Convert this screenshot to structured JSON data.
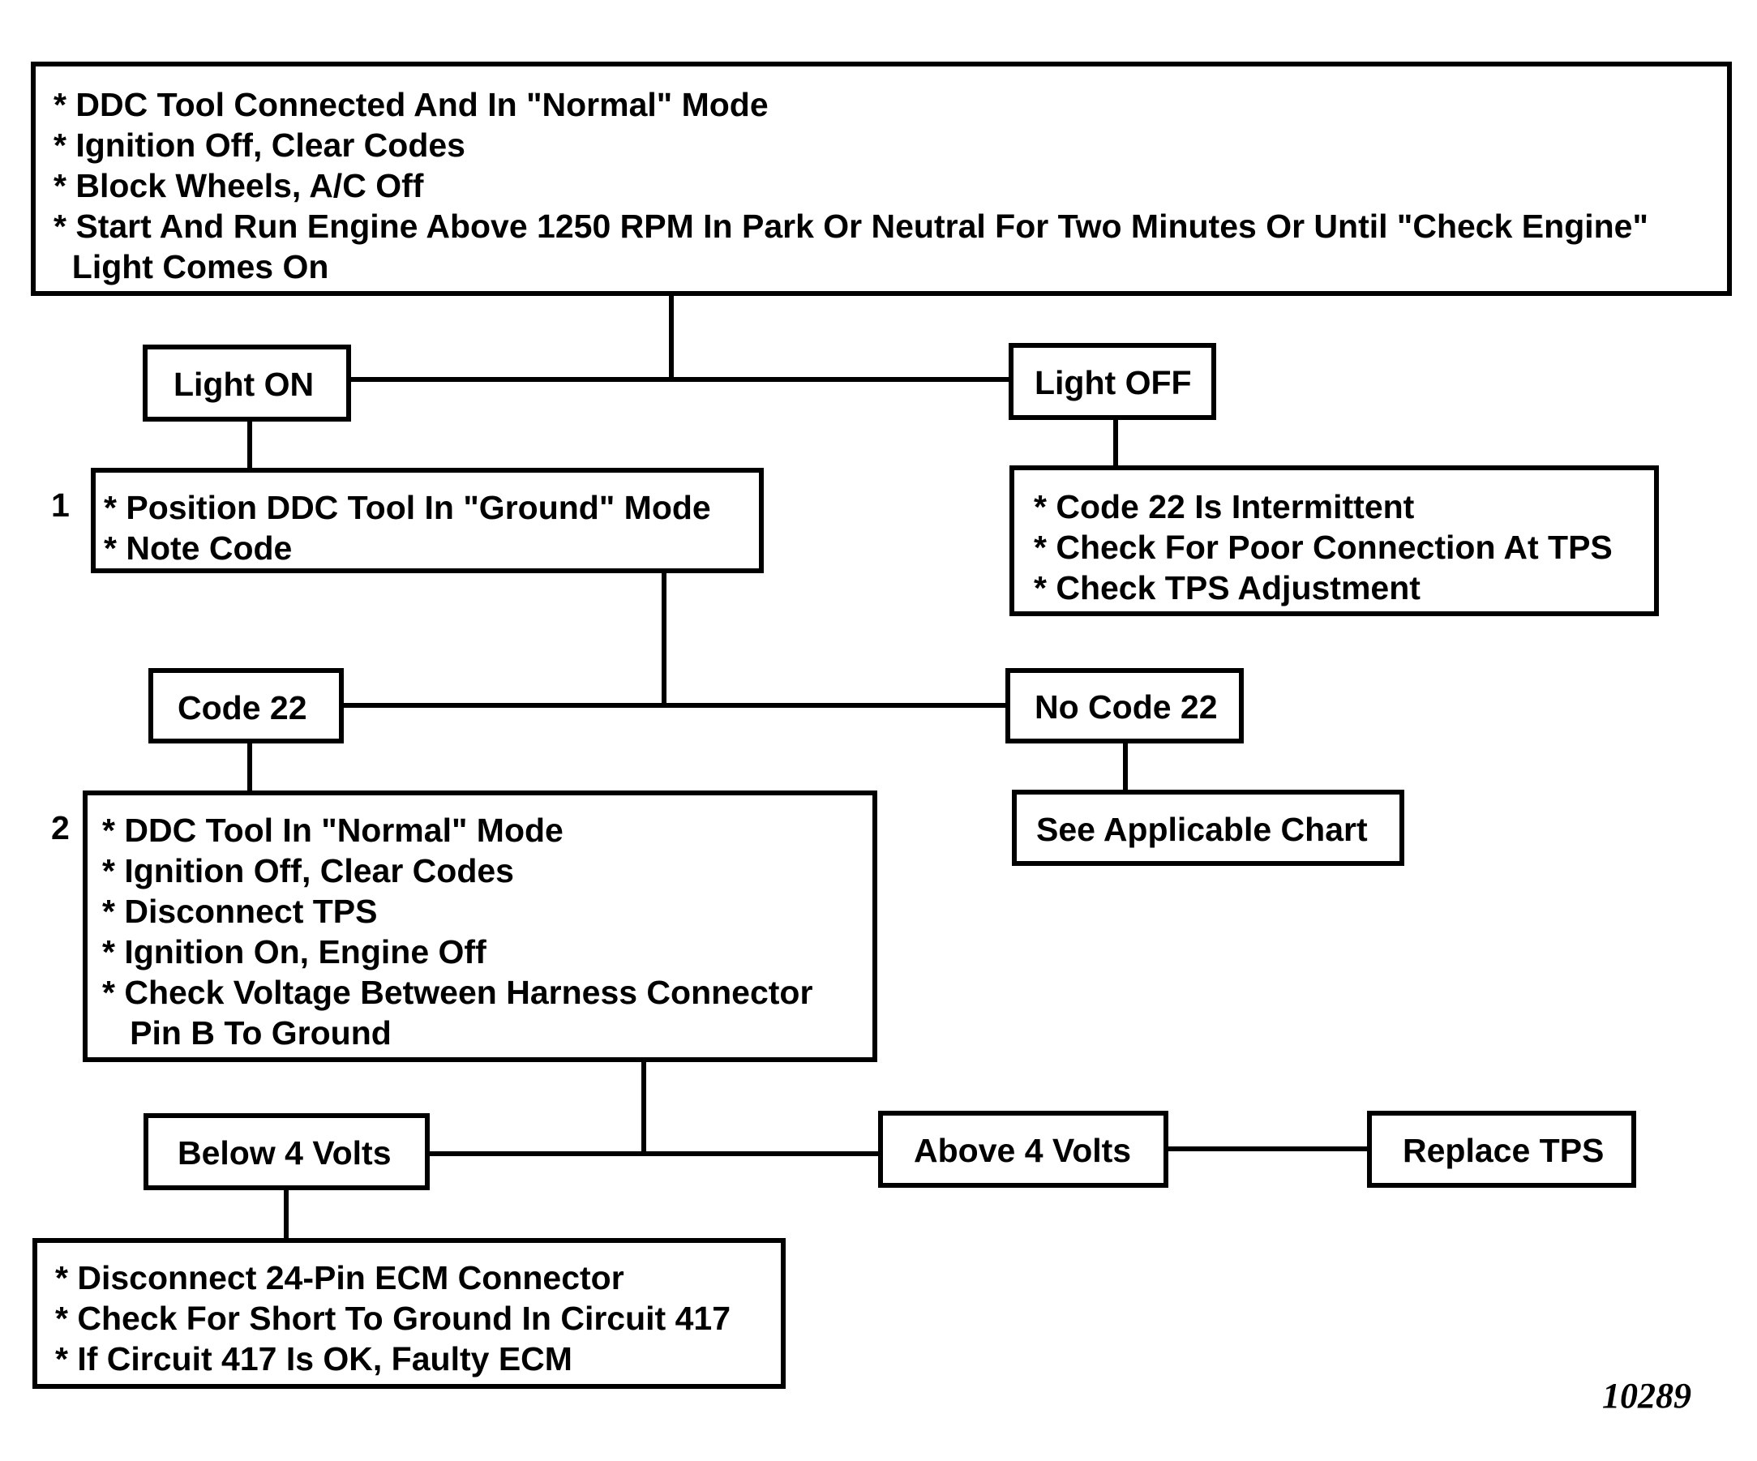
{
  "steps": {
    "start": [
      "* DDC Tool Connected And In \"Normal\" Mode",
      "* Ignition Off, Clear Codes",
      "* Block Wheels, A/C Off",
      "* Start And Run Engine Above 1250 RPM In Park Or Neutral For Two Minutes Or Until \"Check Engine\"",
      "  Light Comes On"
    ],
    "step1": [
      "* Position DDC Tool In \"Ground\" Mode",
      "* Note Code"
    ],
    "light_off_action": [
      "* Code 22 Is Intermittent",
      "* Check For Poor Connection At TPS",
      "* Check TPS Adjustment"
    ],
    "step2": [
      "* DDC Tool In \"Normal\" Mode",
      "* Ignition Off, Clear Codes",
      "* Disconnect TPS",
      "* Ignition On, Engine Off",
      "* Check Voltage Between Harness Connector",
      "   Pin B To Ground"
    ],
    "below_action": [
      "* Disconnect 24-Pin ECM Connector",
      "* Check For Short To Ground In Circuit 417",
      "* If Circuit 417 Is OK, Faulty ECM"
    ]
  },
  "branches": {
    "light_on": "Light ON",
    "light_off": "Light OFF",
    "code22": "Code 22",
    "no_code22": "No Code 22",
    "see_chart": "See Applicable Chart",
    "below_4v": "Below 4 Volts",
    "above_4v": "Above 4 Volts",
    "replace_tps": "Replace TPS"
  },
  "step_numbers": {
    "one": "1",
    "two": "2"
  },
  "figure_number": "10289"
}
